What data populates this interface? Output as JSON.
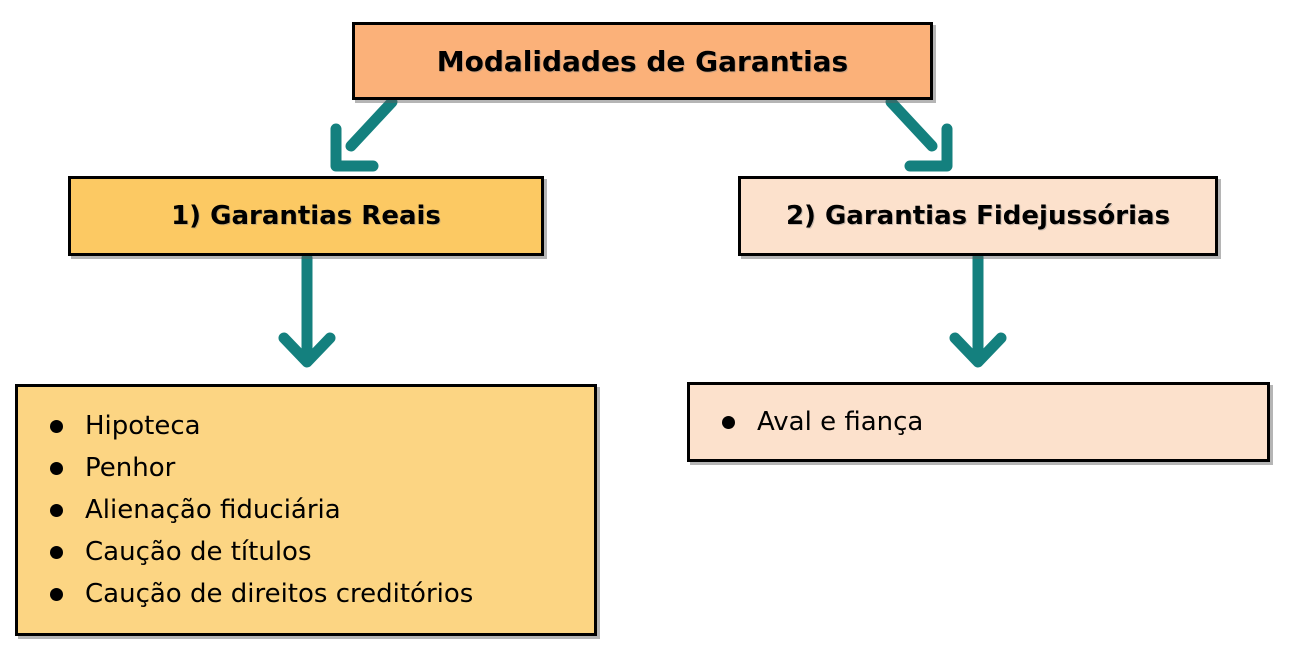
{
  "diagram": {
    "title": "Modalidades de Garantias",
    "branches": [
      {
        "header": "1) Garantias Reais",
        "items": [
          "Hipoteca",
          "Penhor",
          "Alienação fiduciária",
          "Caução de títulos",
          "Caução de direitos creditórios"
        ]
      },
      {
        "header": "2) Garantias Fidejussórias",
        "items": [
          "Aval e fiança"
        ]
      }
    ],
    "colors": {
      "title_fill": "#FBB179",
      "reais_header_fill": "#FCC963",
      "reais_list_fill": "#FCD583",
      "fidejussorias_header_fill": "#FCE1CC",
      "fidejussorias_list_fill": "#FCE1CC",
      "arrow_color": "#14807E",
      "border_color": "#000000",
      "text_color": "#000000",
      "bullet_color": "#000000",
      "background": "#FFFFFF"
    }
  }
}
